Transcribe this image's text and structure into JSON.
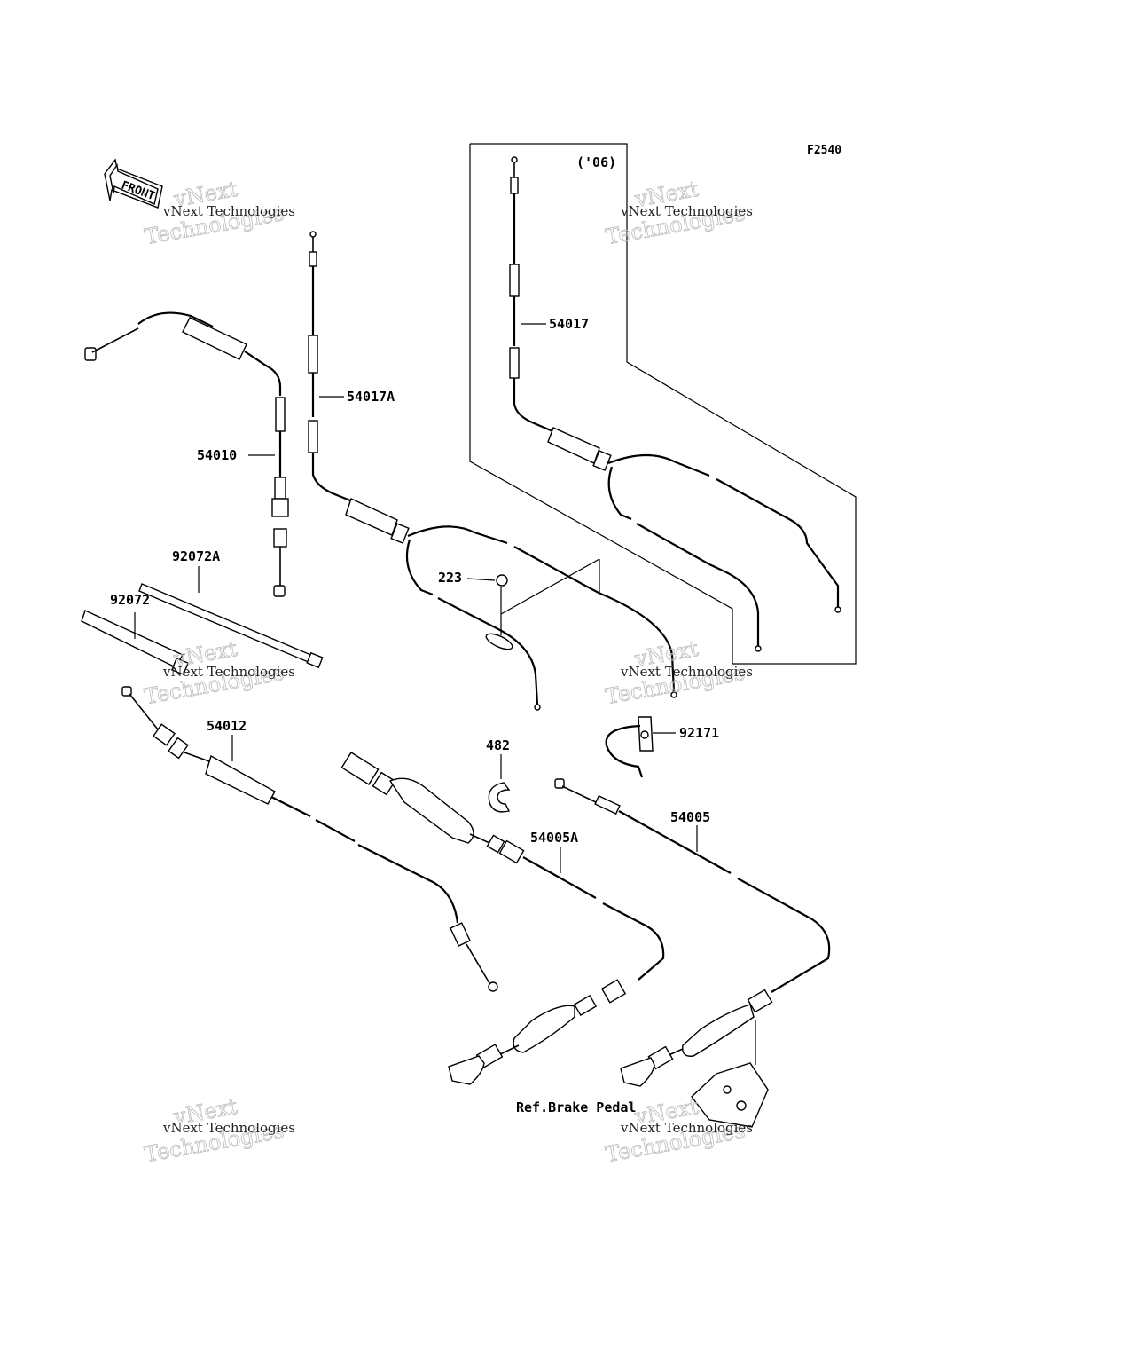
{
  "diagram": {
    "code": "F2540",
    "year_note": "('06)",
    "front_label": "FRONT",
    "ref_note": "Ref.Brake Pedal",
    "watermark_line1": "vNext",
    "watermark_line2": "Technologies",
    "watermark_small": "vNext Technologies"
  },
  "parts": [
    {
      "number": "54017"
    },
    {
      "number": "54017A"
    },
    {
      "number": "54010"
    },
    {
      "number": "92072A"
    },
    {
      "number": "92072"
    },
    {
      "number": "223"
    },
    {
      "number": "54012"
    },
    {
      "number": "482"
    },
    {
      "number": "92171"
    },
    {
      "number": "54005A"
    },
    {
      "number": "54005"
    }
  ]
}
